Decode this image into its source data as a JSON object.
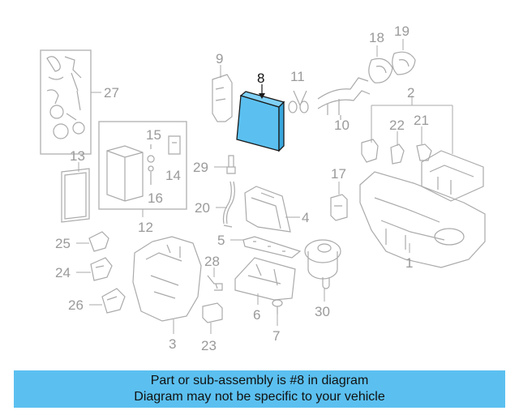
{
  "diagram": {
    "highlight_color": "#5bc0f0",
    "highlight_part": "8",
    "callouts": [
      "1",
      "2",
      "3",
      "4",
      "5",
      "6",
      "7",
      "8",
      "9",
      "10",
      "11",
      "12",
      "13",
      "14",
      "15",
      "16",
      "17",
      "18",
      "19",
      "20",
      "21",
      "22",
      "23",
      "24",
      "25",
      "26",
      "27",
      "28",
      "29",
      "30"
    ]
  },
  "banner": {
    "line1": "Part or sub-assembly is #8 in diagram",
    "line2": "Diagram may not be specific to your vehicle",
    "color": "#5bc0f0"
  }
}
